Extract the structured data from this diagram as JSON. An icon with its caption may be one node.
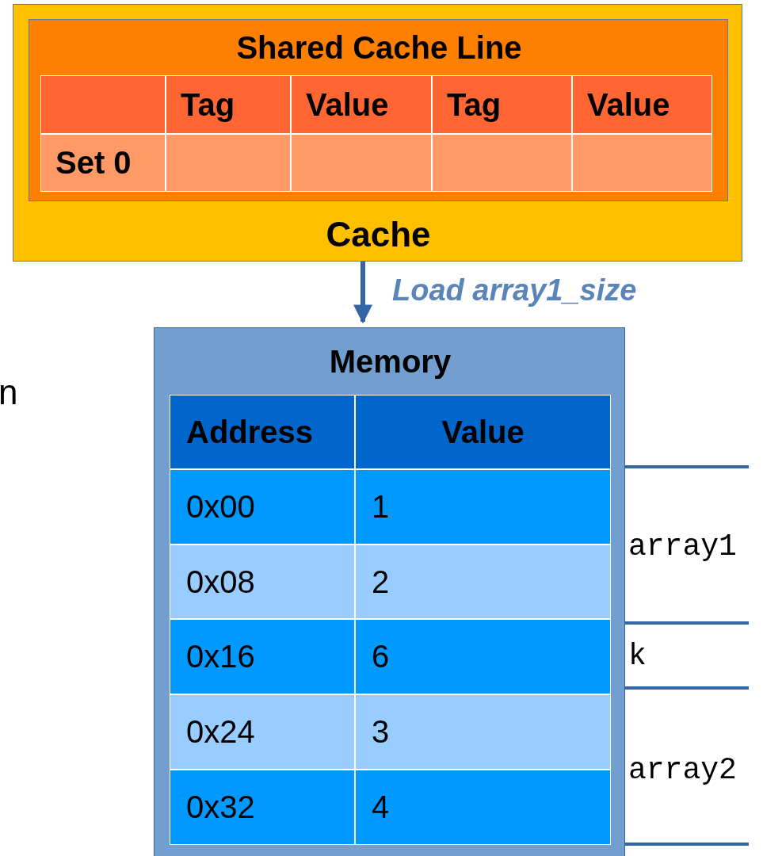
{
  "diagram": {
    "nodes": [
      {
        "text": [
          "Cache"
        ]
      },
      {
        "text": [
          "Shared Cache Line"
        ],
        "in": 0
      },
      {
        "text": [
          "Memory"
        ]
      }
    ],
    "edges": [
      {
        "from": 0,
        "to": 2,
        "arrow": "to",
        "label": "Load array1_size"
      }
    ],
    "labels": [
      "Tag",
      "Value",
      "Tag",
      "Value",
      "Set 0",
      "Address",
      "Value",
      "0x00",
      "1",
      "0x08",
      "2",
      "0x16",
      "6",
      "0x24",
      "3",
      "0x32",
      "4",
      "array1",
      "k",
      "array2",
      "n"
    ]
  }
}
